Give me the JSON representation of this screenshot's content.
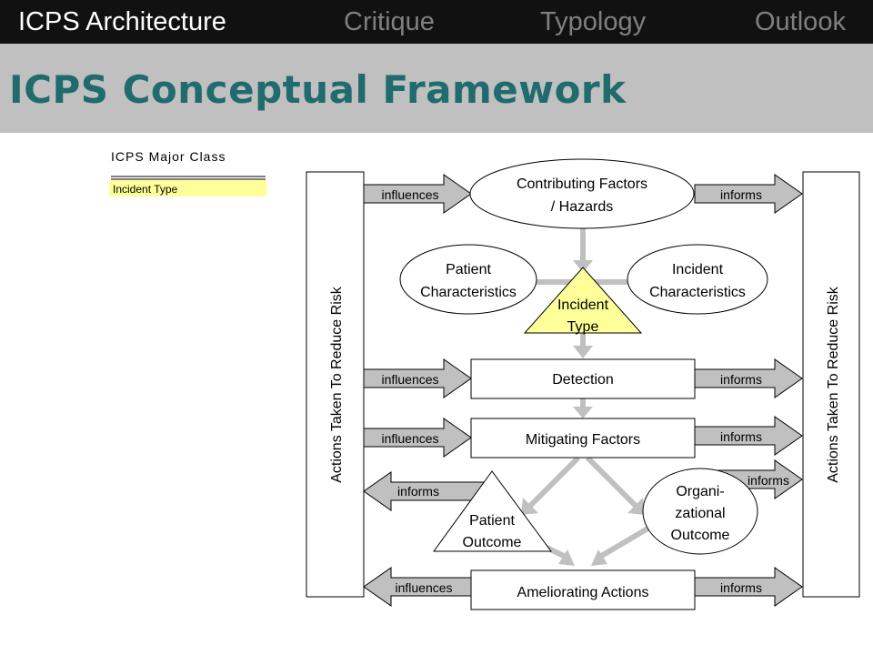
{
  "nav": {
    "items": [
      {
        "label": "ICPS Architecture",
        "active": true
      },
      {
        "label": "Critique",
        "active": false
      },
      {
        "label": "Typology",
        "active": false
      },
      {
        "label": "Outlook",
        "active": false
      }
    ],
    "active_color": "#ffffff",
    "inactive_color": "#808080"
  },
  "title": "ICPS Conceptual Framework",
  "legend": {
    "heading": "ICPS Major Class",
    "item": "Incident Type",
    "item_color": "#ffff99"
  },
  "diagram": {
    "left_bar": "Actions Taken To Reduce Risk",
    "right_bar": "Actions Taken To Reduce Risk",
    "contributing_line1": "Contributing Factors",
    "contributing_line2": "/ Hazards",
    "patient_char_line1": "Patient",
    "patient_char_line2": "Characteristics",
    "incident_char_line1": "Incident",
    "incident_char_line2": "Characteristics",
    "incident_type_line1": "Incident",
    "incident_type_line2": "Type",
    "detection": "Detection",
    "mitigating": "Mitigating Factors",
    "patient_outcome_line1": "Patient",
    "patient_outcome_line2": "Outcome",
    "org_outcome_line1": "Organi-",
    "org_outcome_line2": "zational",
    "org_outcome_line3": "Outcome",
    "ameliorating": "Ameliorating Actions",
    "arrows": {
      "influences_1": "influences",
      "influences_2": "influences",
      "influences_3": "influences",
      "influences_4": "influences",
      "informs_left": "informs",
      "informs_1": "informs",
      "informs_2": "informs",
      "informs_3": "informs",
      "informs_4": "informs",
      "informs_5": "informs"
    }
  }
}
